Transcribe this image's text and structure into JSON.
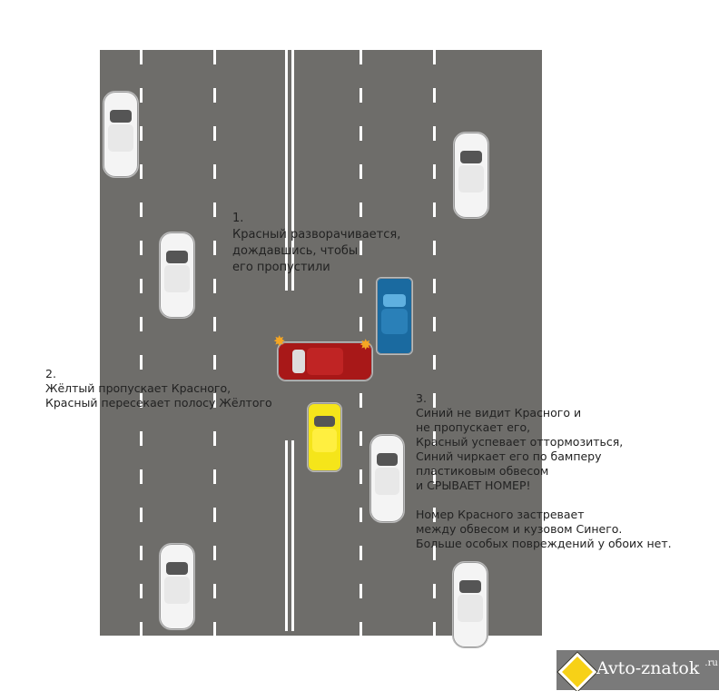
{
  "annotations": {
    "step1": "1.\nКрасный разворачивается,\nдождавшись, чтобы\nего пропустили",
    "step2": "2.\nЖёлтый пропускает Красного,\nКрасный пересекает полосу Жёлтого",
    "step3": "3.\nСиний не видит Красного и\nне пропускает его,\nКрасный успевает оттормозиться,\nСиний чиркает его по бамперу\nпластиковым обвесом\nи СРЫВАЕТ НОМЕР!\n\nНомер Красного застревает\nмежду обвесом и кузовом Синего.\nБольше особых повреждений у обоих нет."
  },
  "logo": {
    "name": "Avto-znatok",
    "tld": ".ru"
  },
  "colors": {
    "road": "#6e6d6a",
    "red_car": "#a81818",
    "blue_car": "#1a6aa0",
    "yellow_car": "#f5e51a",
    "white_car": "#f4f4f4"
  }
}
